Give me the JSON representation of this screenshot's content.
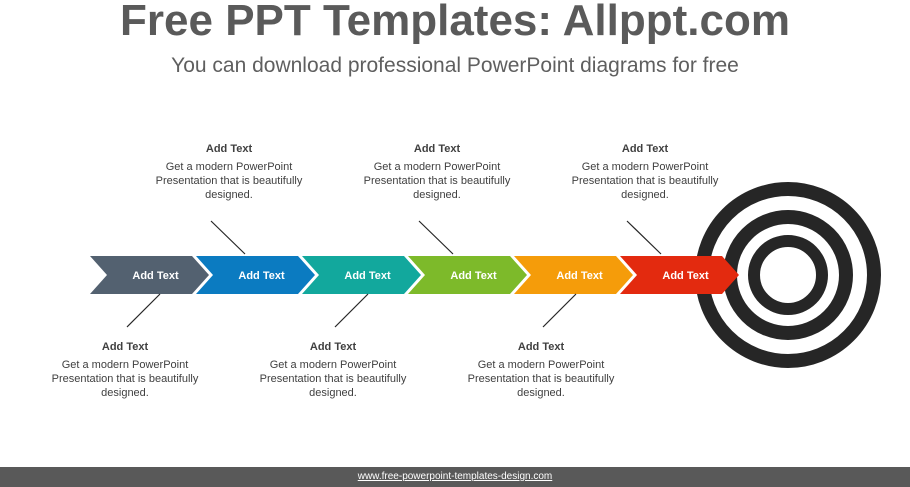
{
  "header": {
    "title": "Free PPT Templates: Allppt.com",
    "subtitle": "You can download professional PowerPoint diagrams for free"
  },
  "steps": [
    {
      "label": "Add Text",
      "color": "#536170"
    },
    {
      "label": "Add Text",
      "color": "#0b7bc1"
    },
    {
      "label": "Add Text",
      "color": "#12a89d"
    },
    {
      "label": "Add Text",
      "color": "#7dba2a"
    },
    {
      "label": "Add Text",
      "color": "#f59c0a"
    },
    {
      "label": "Add Text",
      "color": "#e32a0f"
    }
  ],
  "notes": [
    {
      "heading": "Add Text",
      "body": "Get a modern PowerPoint Presentation that is beautifully designed.",
      "position": "below"
    },
    {
      "heading": "Add Text",
      "body": "Get a modern PowerPoint Presentation that is beautifully designed.",
      "position": "above"
    },
    {
      "heading": "Add Text",
      "body": "Get a modern PowerPoint Presentation that is beautifully designed.",
      "position": "below"
    },
    {
      "heading": "Add Text",
      "body": "Get a modern PowerPoint Presentation that is beautifully designed.",
      "position": "above"
    },
    {
      "heading": "Add Text",
      "body": "Get a modern PowerPoint Presentation that is beautifully designed.",
      "position": "below"
    },
    {
      "heading": "Add Text",
      "body": "Get a modern PowerPoint Presentation that is beautifully designed.",
      "position": "above"
    }
  ],
  "target": {
    "icon": "target-icon",
    "ring_color": "#262626"
  },
  "footer": {
    "text": "www.free-powerpoint-templates-design.com"
  }
}
